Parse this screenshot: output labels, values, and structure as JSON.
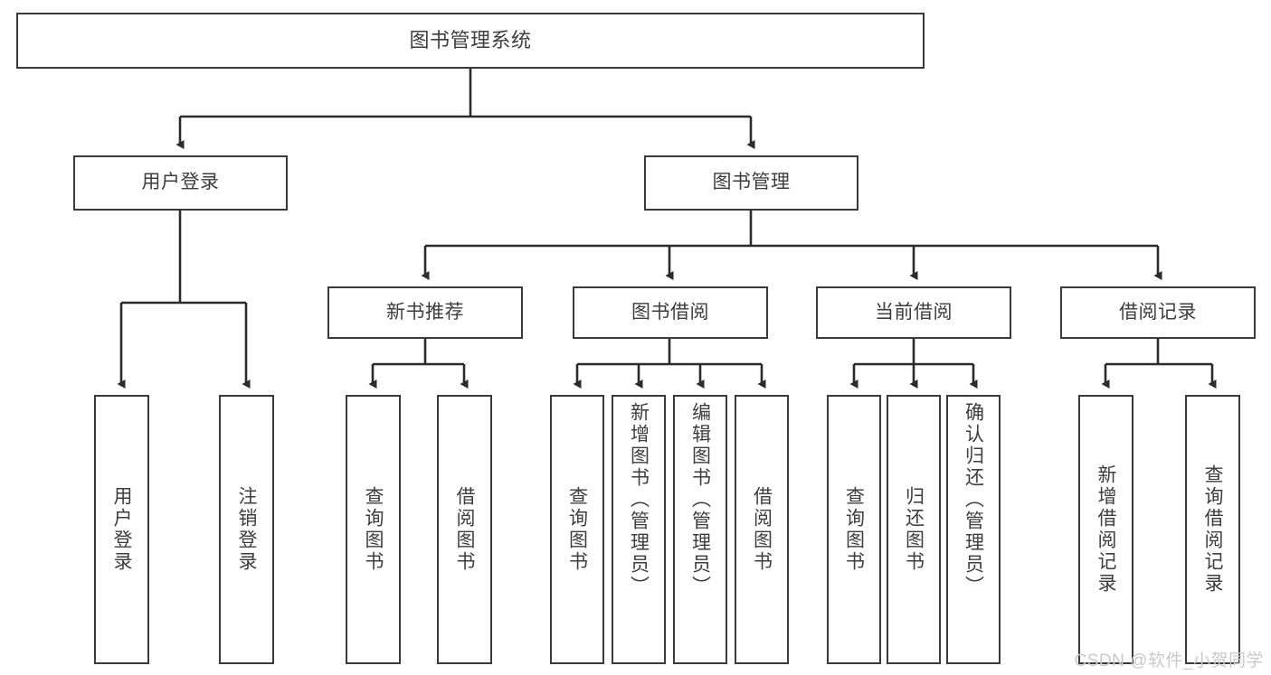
{
  "diagram": {
    "title": "图书管理系统",
    "type": "tree-hierarchy",
    "watermark": "CSDN @软件_小贺同学",
    "colors": {
      "box_border": "#3a3a3a",
      "box_fill": "#ffffff",
      "edge": "#2b2b2b",
      "text": "#3d3d3d",
      "watermark": "#c9c9c9",
      "background": "#ffffff"
    },
    "nodes": {
      "root": {
        "label": "图书管理系统"
      },
      "level2": [
        {
          "label": "用户登录"
        },
        {
          "label": "图书管理"
        }
      ],
      "level3": [
        {
          "label": "新书推荐"
        },
        {
          "label": "图书借阅"
        },
        {
          "label": "当前借阅"
        },
        {
          "label": "借阅记录"
        }
      ],
      "leaves_user_login": [
        {
          "label": "用户登录"
        },
        {
          "label": "注销登录"
        }
      ],
      "leaves_new_book": [
        {
          "label": "查询图书"
        },
        {
          "label": "借阅图书"
        }
      ],
      "leaves_borrow": [
        {
          "label": "查询图书"
        },
        {
          "label": "新增图书（管理员）"
        },
        {
          "label": "编辑图书（管理员）"
        },
        {
          "label": "借阅图书"
        }
      ],
      "leaves_current": [
        {
          "label": "查询图书"
        },
        {
          "label": "归还图书"
        },
        {
          "label": "确认归还（管理员）"
        }
      ],
      "leaves_records": [
        {
          "label": "新增借阅记录"
        },
        {
          "label": "查询借阅记录"
        }
      ]
    }
  }
}
